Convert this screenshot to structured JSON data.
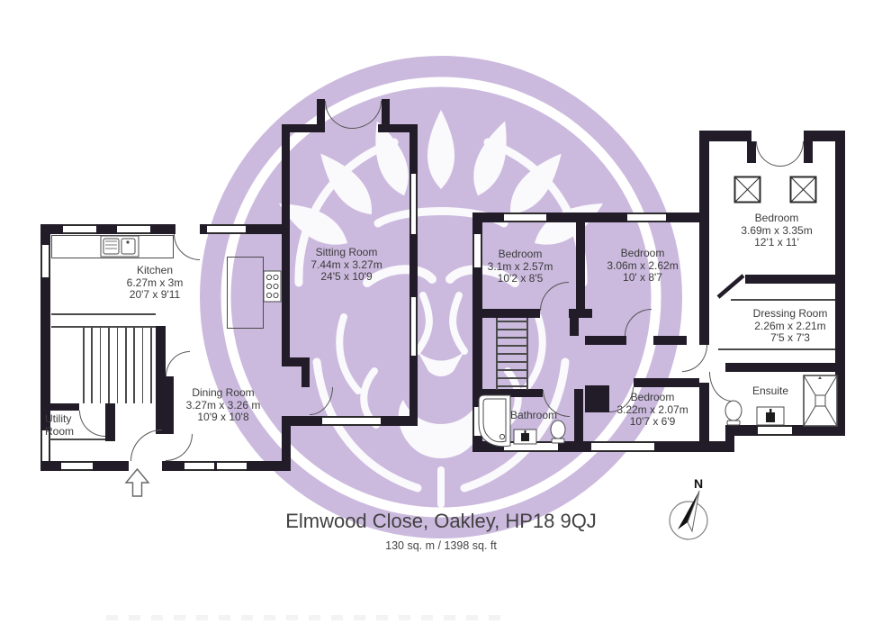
{
  "colors": {
    "wall": "#221c29",
    "watermark_purple": "#cbbade",
    "ring_white": "#ffffff",
    "line": "#4a4a4a",
    "text": "#3b3b3b"
  },
  "plan": {
    "title": "Elmwood Close, Oakley, HP18 9QJ",
    "area_label": "130 sq. m / 1398 sq. ft",
    "compass_label": "N",
    "rooms": [
      {
        "id": "kitchen",
        "name": "Kitchen",
        "metric": "6.27m x 3m",
        "imperial": "20'7 x 9'11"
      },
      {
        "id": "sitting-room",
        "name": "Sitting Room",
        "metric": "7.44m x 3.27m",
        "imperial": "24'5 x 10'9"
      },
      {
        "id": "dining-room",
        "name": "Dining Room",
        "metric": "3.27m x 3.26 m",
        "imperial": "10'9 x 10'8"
      },
      {
        "id": "utility-room",
        "name": "Utility Room",
        "metric": "",
        "imperial": ""
      },
      {
        "id": "bedroom-1",
        "name": "Bedroom",
        "metric": "3.1m x 2.57m",
        "imperial": "10'2 x 8'5"
      },
      {
        "id": "bedroom-2",
        "name": "Bedroom",
        "metric": "3.06m x 2.62m",
        "imperial": "10' x 8'7"
      },
      {
        "id": "bedroom-3",
        "name": "Bedroom",
        "metric": "3.69m x 3.35m",
        "imperial": "12'1 x 11'"
      },
      {
        "id": "dressing-room",
        "name": "Dressing Room",
        "metric": "2.26m x 2.21m",
        "imperial": "7'5 x 7'3"
      },
      {
        "id": "bedroom-4",
        "name": "Bedroom",
        "metric": "3.22m x 2.07m",
        "imperial": "10'7 x 6'9"
      },
      {
        "id": "bathroom",
        "name": "Bathroom",
        "metric": "",
        "imperial": ""
      },
      {
        "id": "ensuite",
        "name": "Ensuite",
        "metric": "",
        "imperial": ""
      }
    ],
    "fixtures": [
      "lion-watermark",
      "kitchen-sink-icon",
      "hob-icon",
      "staircase-icon",
      "bath-icon",
      "toilet-icon",
      "wash-basin-icon",
      "shower-icon",
      "skylight-icon",
      "entrance-arrow-icon",
      "compass-icon"
    ]
  }
}
